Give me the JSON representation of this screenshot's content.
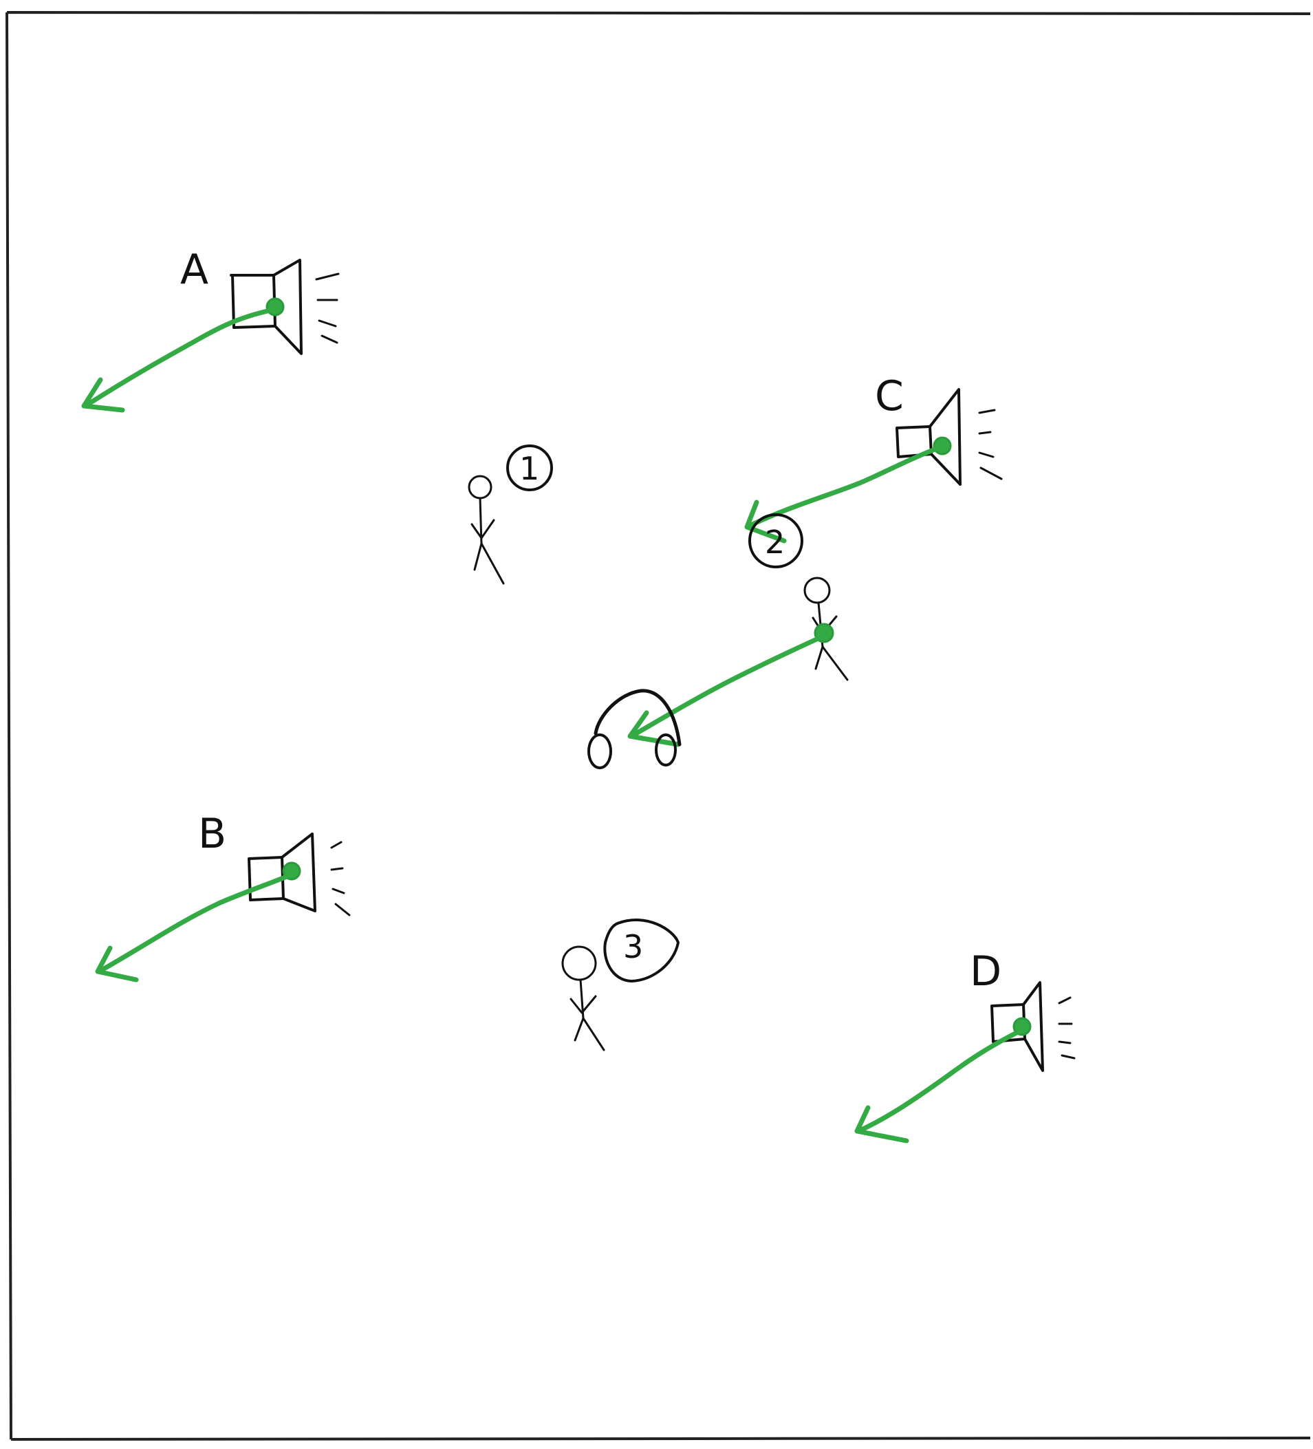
{
  "labels": {
    "speaker_a": "A",
    "speaker_b": "B",
    "speaker_c": "C",
    "speaker_d": "D",
    "listener_1": "1",
    "listener_2": "2",
    "listener_3": "3"
  },
  "colors": {
    "ink": "#111111",
    "arrow": "#33aa44",
    "background": "#ffffff"
  },
  "icons": [
    "speaker-icon",
    "stick-figure-icon",
    "headphones-icon",
    "arrow-icon"
  ]
}
